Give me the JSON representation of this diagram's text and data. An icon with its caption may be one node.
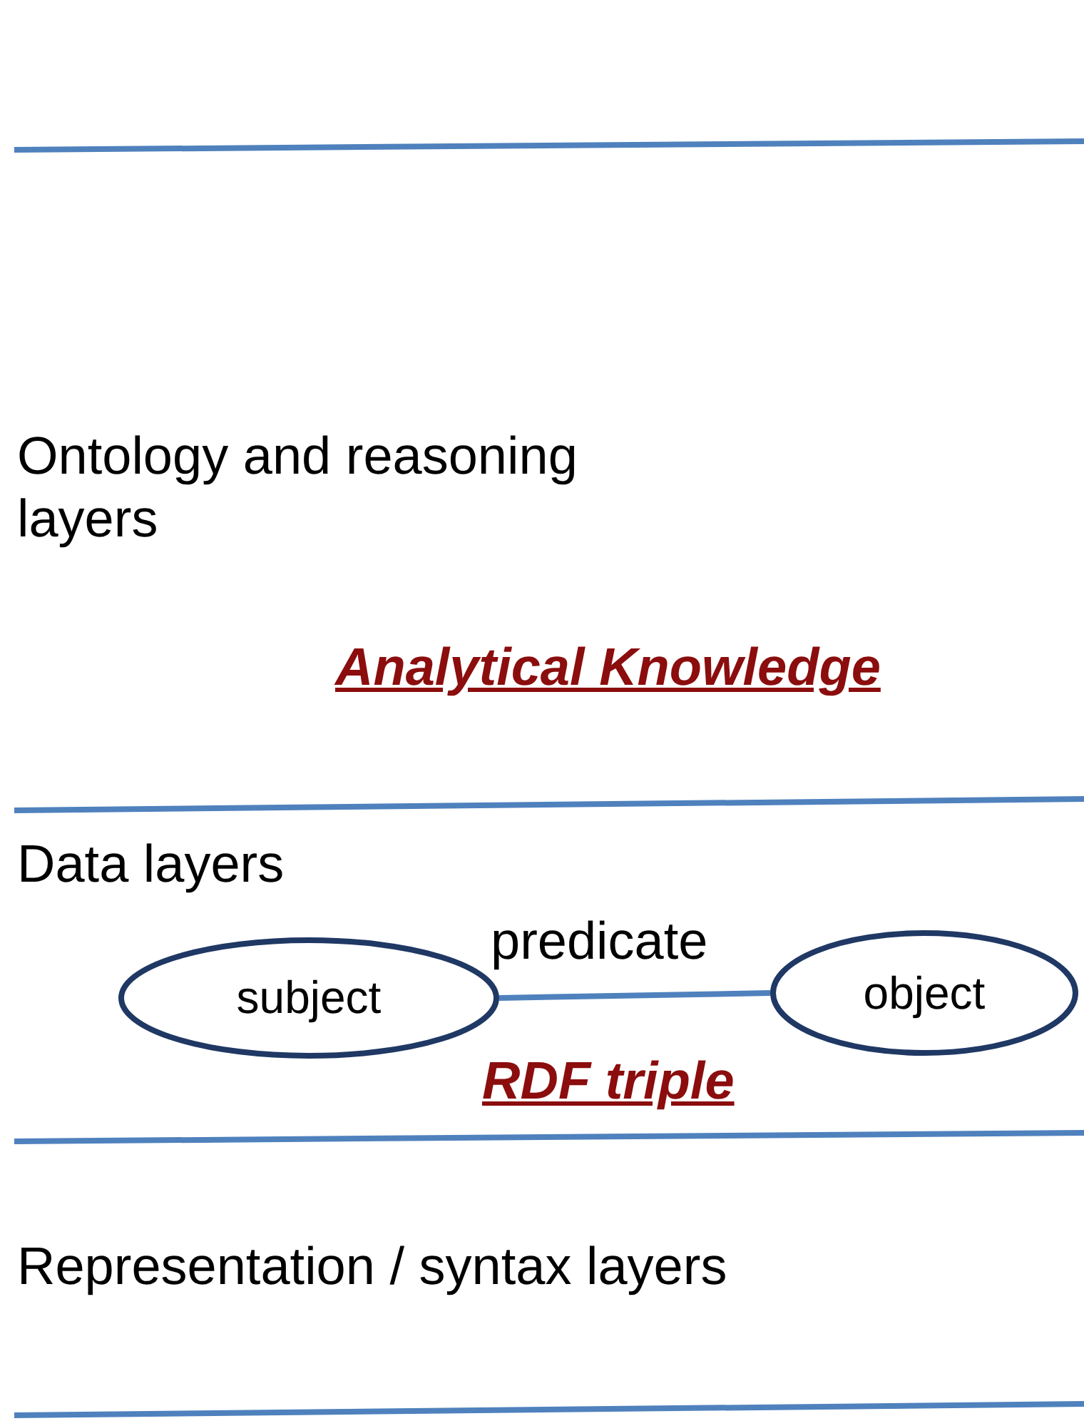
{
  "diagram": {
    "nodes": [
      {
        "text": [
          "subject"
        ]
      },
      {
        "text": [
          "object"
        ]
      }
    ],
    "edges": [
      {
        "from": 0,
        "to": 1,
        "arrow": "none",
        "label": "predicate"
      }
    ],
    "labels": [
      "Ontology and reasoning layers",
      "Analytical Knowledge",
      "Data layers",
      "RDF triple",
      "Representation / syntax layers"
    ]
  }
}
